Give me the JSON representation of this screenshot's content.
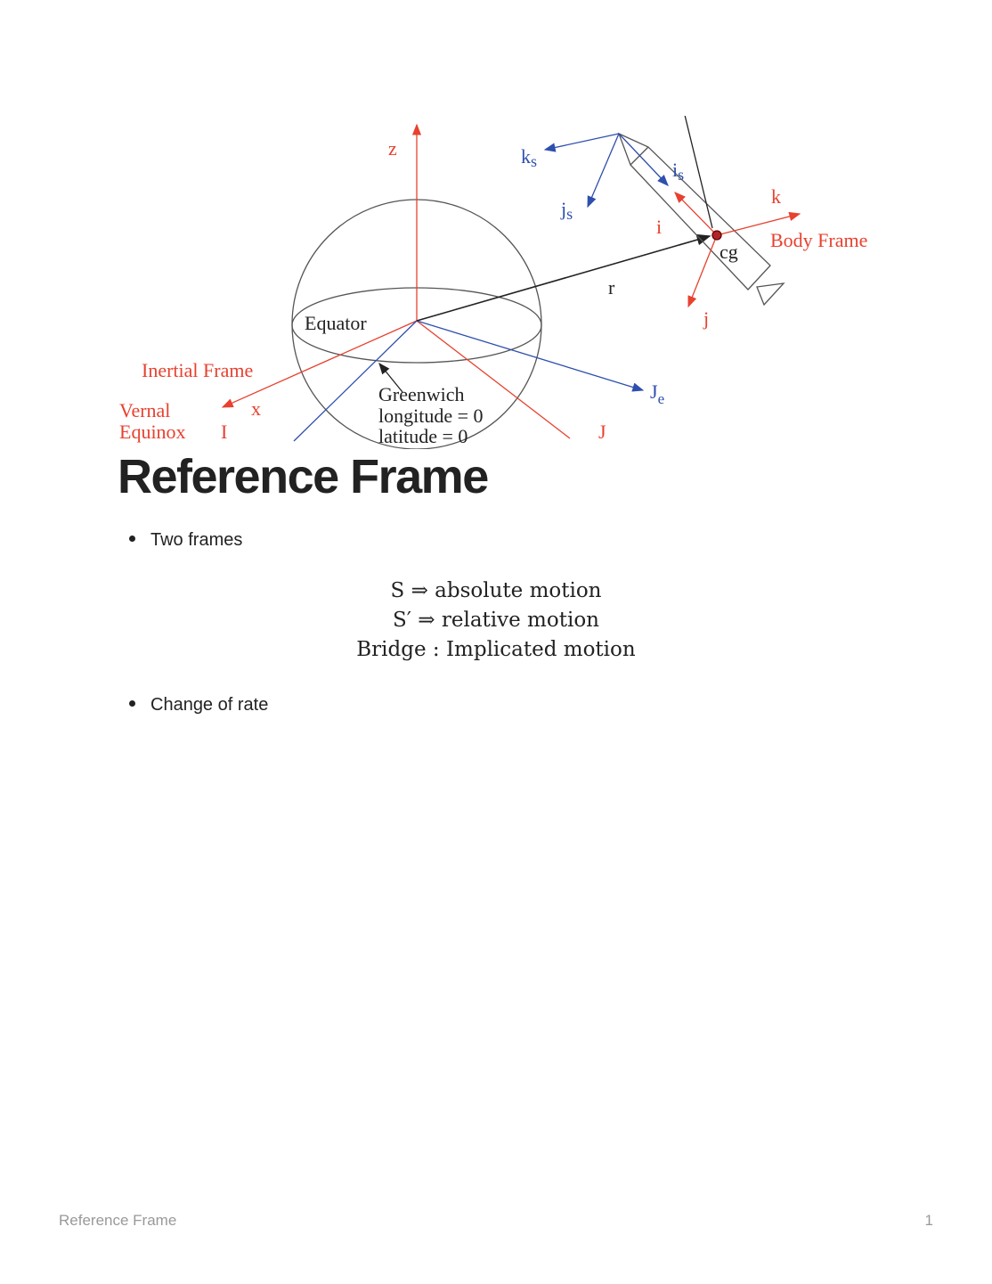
{
  "figure": {
    "labels": {
      "z": "z",
      "x": "x",
      "equator": "Equator",
      "inertial_frame": "Inertial Frame",
      "vernal": "Vernal",
      "equinox": "Equinox",
      "I": "I",
      "J": "J",
      "greenwich": "Greenwich",
      "longitude": "longitude = 0",
      "latitude": "latitude = 0",
      "Je": "J",
      "Je_sub": "e",
      "r": "r",
      "cg": "cg",
      "body_frame": "Body Frame",
      "k": "k",
      "i": "i",
      "j": "j",
      "ks": "k",
      "js": "j",
      "is": "i",
      "s": "s"
    },
    "colors": {
      "red": "#e8412f",
      "blue": "#2e4fae",
      "black": "#222222"
    }
  },
  "title": "Reference Frame",
  "bullets": [
    "Two frames",
    "Change of rate"
  ],
  "math_lines": [
    "S ⇒ absolute motion",
    "S′ ⇒ relative motion",
    "Bridge : Implicated motion"
  ],
  "footer": {
    "title": "Reference Frame",
    "page": "1"
  }
}
